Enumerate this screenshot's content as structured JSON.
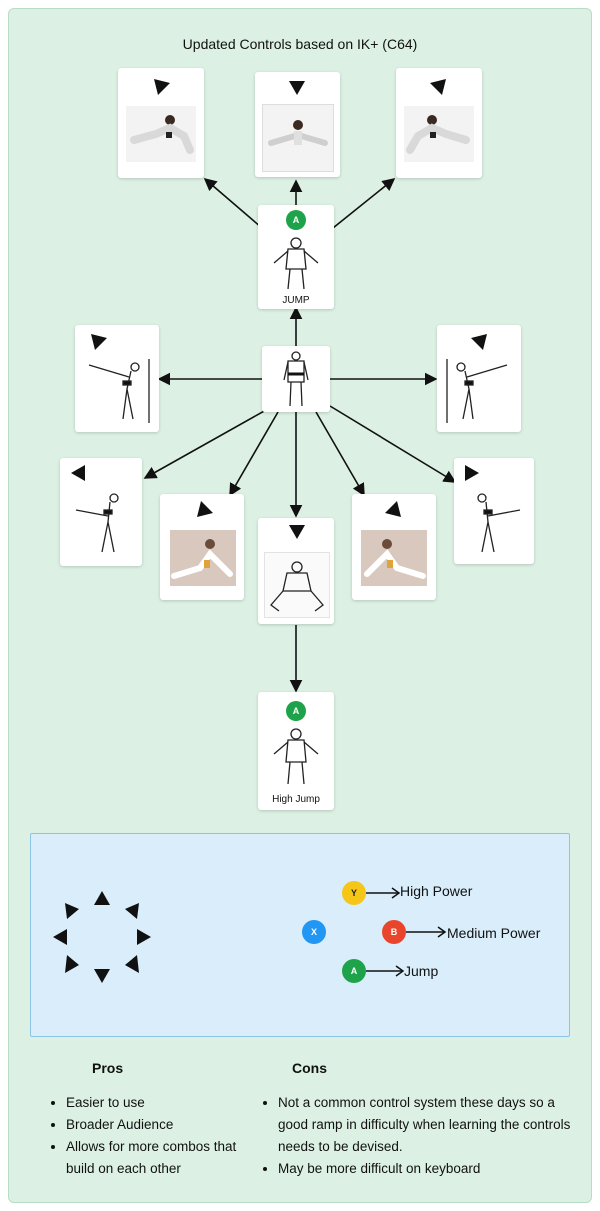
{
  "title": "Updated Controls based on IK+ (C64)",
  "cards": {
    "jump_label": "JUMP",
    "high_jump_label": "High Jump",
    "a_button": "A"
  },
  "legend": {
    "y": {
      "letter": "Y",
      "label": "High Power",
      "color": "#f5c518"
    },
    "x": {
      "letter": "X",
      "color": "#2196f3"
    },
    "b": {
      "letter": "B",
      "label": "Medium Power",
      "color": "#e8452c"
    },
    "a": {
      "letter": "A",
      "label": "Jump",
      "color": "#1fa34a"
    }
  },
  "pros": {
    "heading": "Pros",
    "items": [
      "Easier to use",
      "Broader Audience",
      "Allows for more combos that build on each other"
    ]
  },
  "cons": {
    "heading": "Cons",
    "items": [
      "Not a common control system these days so a good ramp in difficulty when learning the controls needs to be devised.",
      "May be more difficult on keyboard"
    ]
  }
}
